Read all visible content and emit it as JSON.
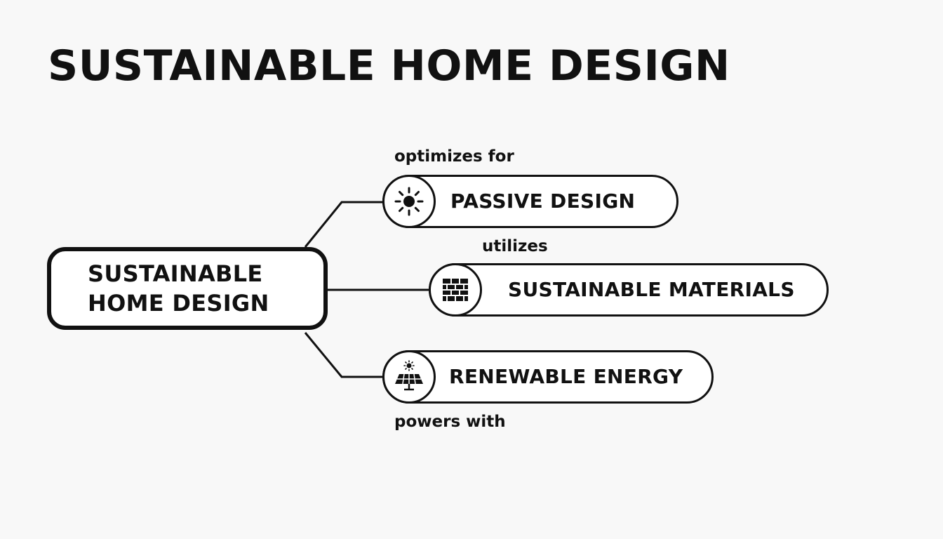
{
  "title": "SUSTAINABLE HOME DESIGN",
  "diagram": {
    "root": {
      "line1": "SUSTAINABLE",
      "line2": "HOME DESIGN"
    },
    "nodes": [
      {
        "label": "PASSIVE DESIGN",
        "icon": "sun-icon",
        "edge_label": "optimizes for"
      },
      {
        "label": "SUSTAINABLE MATERIALS",
        "icon": "brick-wall-icon",
        "edge_label": "utilizes"
      },
      {
        "label": "RENEWABLE ENERGY",
        "icon": "solar-panel-icon",
        "edge_label": "powers with"
      }
    ]
  },
  "colors": {
    "ink": "#111111",
    "background": "#f8f8f8",
    "node_fill": "#ffffff"
  }
}
